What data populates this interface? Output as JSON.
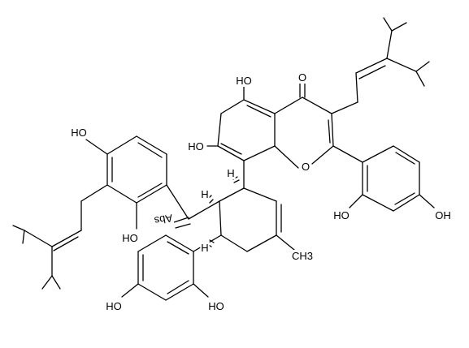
{
  "colors": {
    "bond": "#000000",
    "background": "#ffffff"
  },
  "atoms": [
    {
      "id": "o_ketone",
      "text": "O"
    },
    {
      "id": "oh_c5",
      "text": "HO"
    },
    {
      "id": "oh_c7",
      "text": "HO"
    },
    {
      "id": "o_ring",
      "text": "O"
    },
    {
      "id": "oh_b2",
      "text": "HO"
    },
    {
      "id": "oh_b4",
      "text": "OH"
    },
    {
      "id": "oh_d_top",
      "text": "HO"
    },
    {
      "id": "oh_d_bottom",
      "text": "HO"
    },
    {
      "id": "abs_label",
      "text": "Abs"
    },
    {
      "id": "oh_e_left",
      "text": "HO"
    },
    {
      "id": "oh_e_right",
      "text": "HO"
    },
    {
      "id": "ch3_label",
      "text": "CH3"
    },
    {
      "id": "h_stereo_1",
      "text": "H"
    },
    {
      "id": "h_stereo_2",
      "text": "H"
    },
    {
      "id": "h_stereo_3",
      "text": "H"
    }
  ]
}
